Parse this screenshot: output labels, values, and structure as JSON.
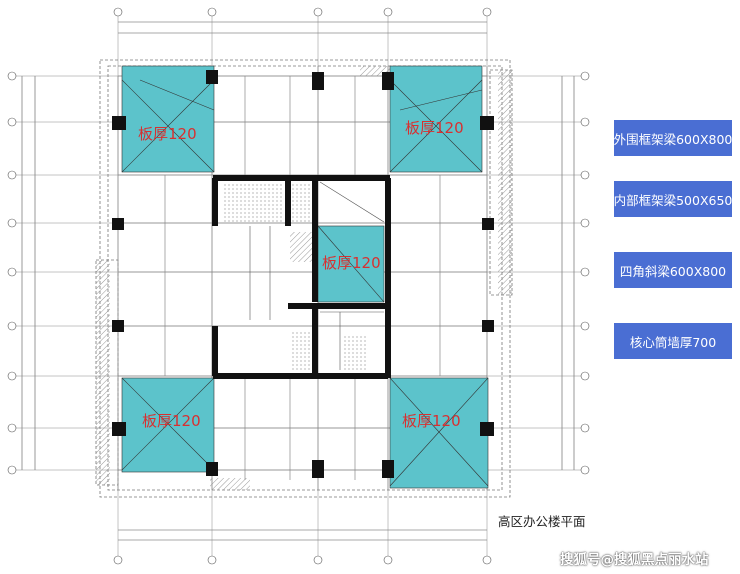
{
  "slab_label": "板厚120",
  "legend": [
    {
      "label": "外围框架梁600X800"
    },
    {
      "label": "内部框架梁500X650"
    },
    {
      "label": "四角斜梁600X800"
    },
    {
      "label": "核心筒墙厚700"
    }
  ],
  "caption": "高区办公楼平面",
  "watermark": "搜狐号@搜狐黑点丽水站",
  "colors": {
    "slab": "#5cc3cb",
    "legend_bg": "#4a6ed3",
    "slab_text": "#d83030"
  }
}
